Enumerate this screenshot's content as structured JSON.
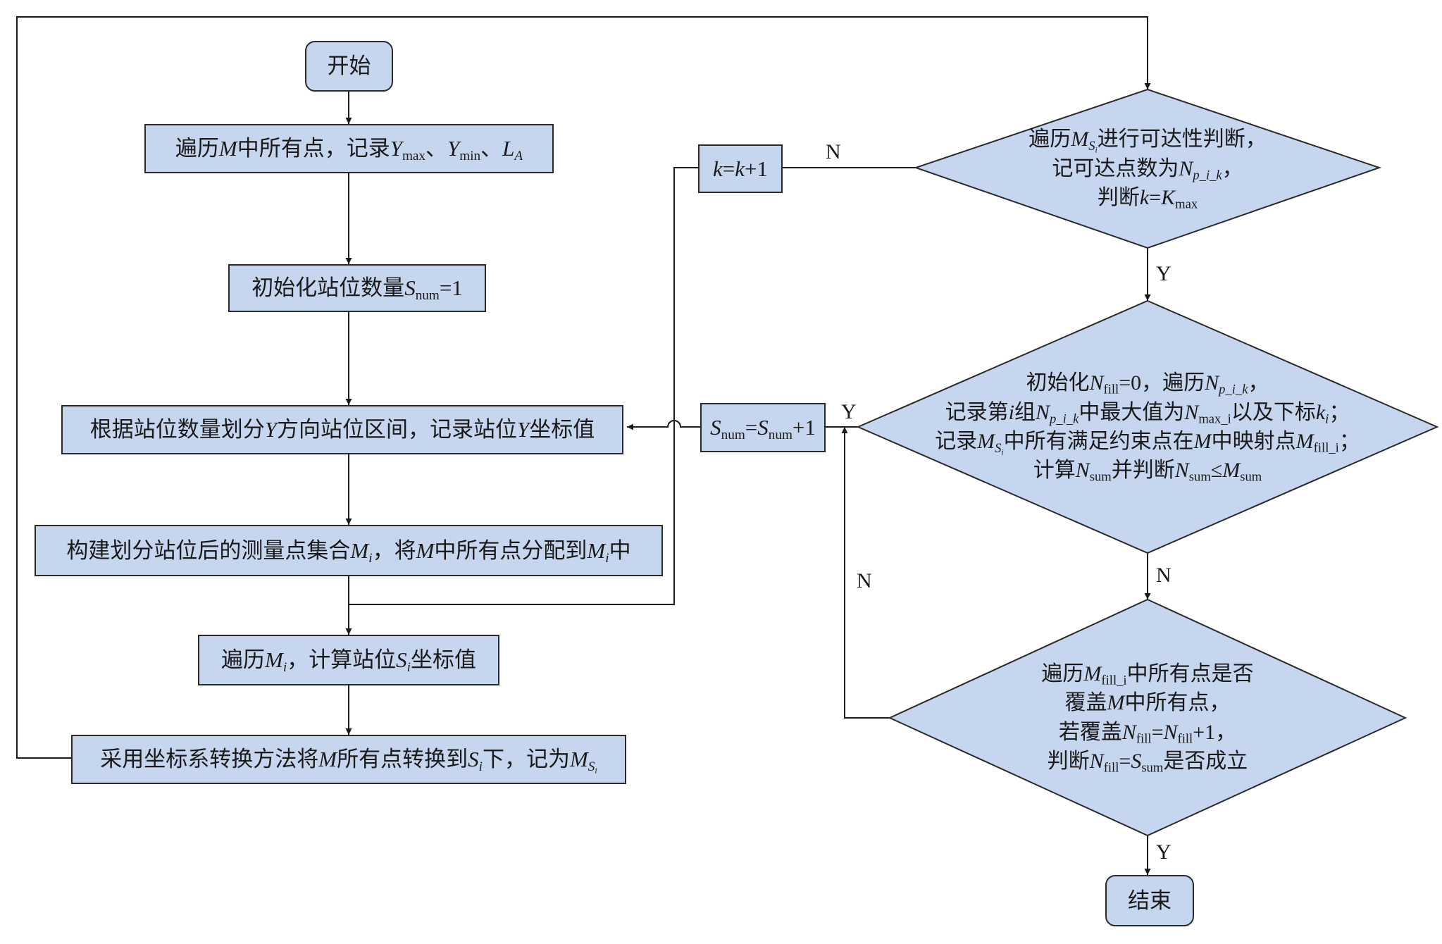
{
  "nodes": {
    "start": "开始",
    "step1": [
      "遍历",
      "M",
      "中所有点，记录",
      "Y",
      "max",
      "、",
      "Y",
      "min",
      "、",
      "L",
      "A"
    ],
    "step2": [
      "初始化站位数量",
      "S",
      "num",
      "=1"
    ],
    "step3": [
      "根据站位数量划分",
      "Y",
      "方向站位区间，记录站位",
      "Y",
      "坐标值"
    ],
    "step4": [
      "构建划分站位后的测量点集合",
      "M",
      "i",
      "，将",
      "M",
      "中所有点分配到",
      "M",
      "i",
      "中"
    ],
    "step5": [
      "遍历",
      "M",
      "i",
      "，计算站位",
      "S",
      "i",
      "坐标值"
    ],
    "step6": [
      "采用坐标系转换方法将",
      "M",
      "所有点转换到",
      "S",
      "i",
      "下，记为",
      "M",
      "S",
      "i"
    ],
    "k_inc": [
      "k",
      "=",
      "k",
      "+1"
    ],
    "s_inc": [
      "S",
      "num",
      "=",
      "S",
      "num",
      "+1"
    ],
    "dec1": {
      "line1": [
        "遍历",
        "M",
        "S",
        "i",
        "进行可达性判断，"
      ],
      "line2": [
        "记可达点数为",
        "N",
        "p_i_k",
        "，"
      ],
      "line3": [
        "判断",
        "k",
        "=",
        "K",
        "max"
      ]
    },
    "dec2": {
      "line1": [
        "初始化",
        "N",
        "fill",
        "=0，遍历",
        "N",
        "p_i_k",
        "，"
      ],
      "line2": [
        "记录第",
        "i",
        "组",
        "N",
        "p_i_k",
        "中最大值为",
        "N",
        "max_i",
        "以及下标",
        "k",
        "i",
        "；"
      ],
      "line3": [
        "记录",
        "M",
        "S",
        "i",
        "中所有满足约束点在",
        "M",
        "中映射点",
        "M",
        "fill_i",
        "；"
      ],
      "line4": [
        "计算",
        "N",
        "sum",
        "并判断",
        "N",
        "sum",
        "≤",
        "M",
        "sum"
      ]
    },
    "dec3": {
      "line1": [
        "遍历",
        "M",
        "fill_i",
        "中所有点是否"
      ],
      "line2": [
        "覆盖",
        "M",
        "中所有点，"
      ],
      "line3": [
        "若覆盖",
        "N",
        "fill",
        "=",
        "N",
        "fill",
        "+1，"
      ],
      "line4": [
        "判断",
        "N",
        "fill",
        "=",
        "S",
        "sum",
        "是否成立"
      ]
    },
    "end": "结束"
  },
  "edges": {
    "d1_no": "N",
    "d1_yes": "Y",
    "d2_yes": "Y",
    "d2_no": "N",
    "d3_no": "N",
    "d3_yes": "Y"
  },
  "colors": {
    "fill": "#c6d6ef",
    "stroke": "#2a2a2a",
    "line": "#1a1a1a"
  }
}
